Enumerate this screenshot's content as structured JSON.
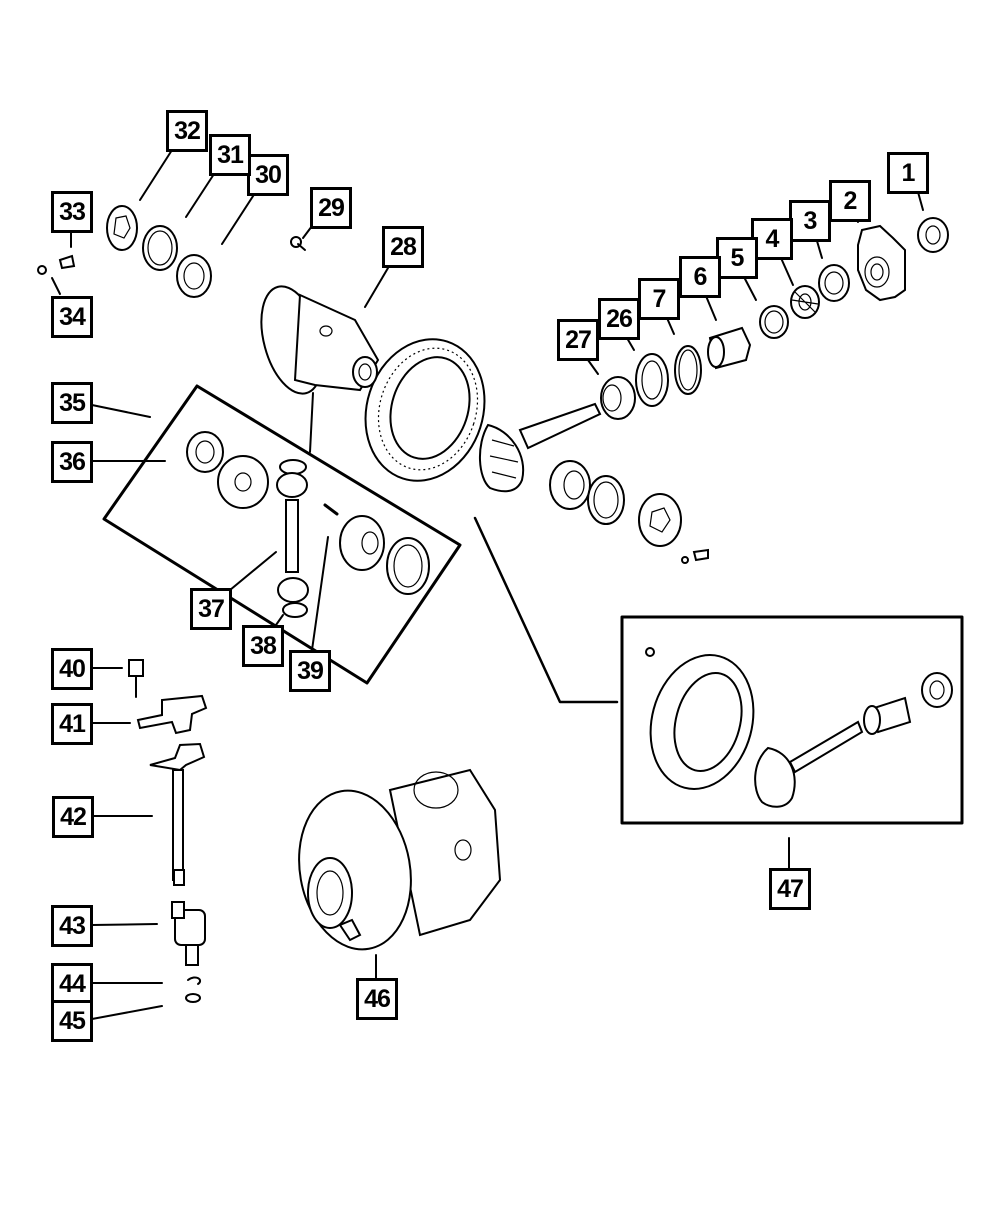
{
  "diagram": {
    "type": "exploded-parts-view",
    "subject": "rear axle differential assembly",
    "colors": {
      "line": "#000000",
      "background": "#ffffff"
    },
    "callouts": [
      {
        "id": "c1",
        "label": "1"
      },
      {
        "id": "c2",
        "label": "2"
      },
      {
        "id": "c3",
        "label": "3"
      },
      {
        "id": "c4",
        "label": "4"
      },
      {
        "id": "c5",
        "label": "5"
      },
      {
        "id": "c6",
        "label": "6"
      },
      {
        "id": "c7",
        "label": "7"
      },
      {
        "id": "c26",
        "label": "26"
      },
      {
        "id": "c27",
        "label": "27"
      },
      {
        "id": "c28",
        "label": "28"
      },
      {
        "id": "c29",
        "label": "29"
      },
      {
        "id": "c30",
        "label": "30"
      },
      {
        "id": "c31",
        "label": "31"
      },
      {
        "id": "c32",
        "label": "32"
      },
      {
        "id": "c33",
        "label": "33"
      },
      {
        "id": "c34",
        "label": "34"
      },
      {
        "id": "c35",
        "label": "35"
      },
      {
        "id": "c36",
        "label": "36"
      },
      {
        "id": "c37",
        "label": "37"
      },
      {
        "id": "c38",
        "label": "38"
      },
      {
        "id": "c39",
        "label": "39"
      },
      {
        "id": "c40",
        "label": "40"
      },
      {
        "id": "c41",
        "label": "41"
      },
      {
        "id": "c42",
        "label": "42"
      },
      {
        "id": "c43",
        "label": "43"
      },
      {
        "id": "c44",
        "label": "44"
      },
      {
        "id": "c45",
        "label": "45"
      },
      {
        "id": "c46",
        "label": "46"
      },
      {
        "id": "c47",
        "label": "47"
      }
    ]
  }
}
